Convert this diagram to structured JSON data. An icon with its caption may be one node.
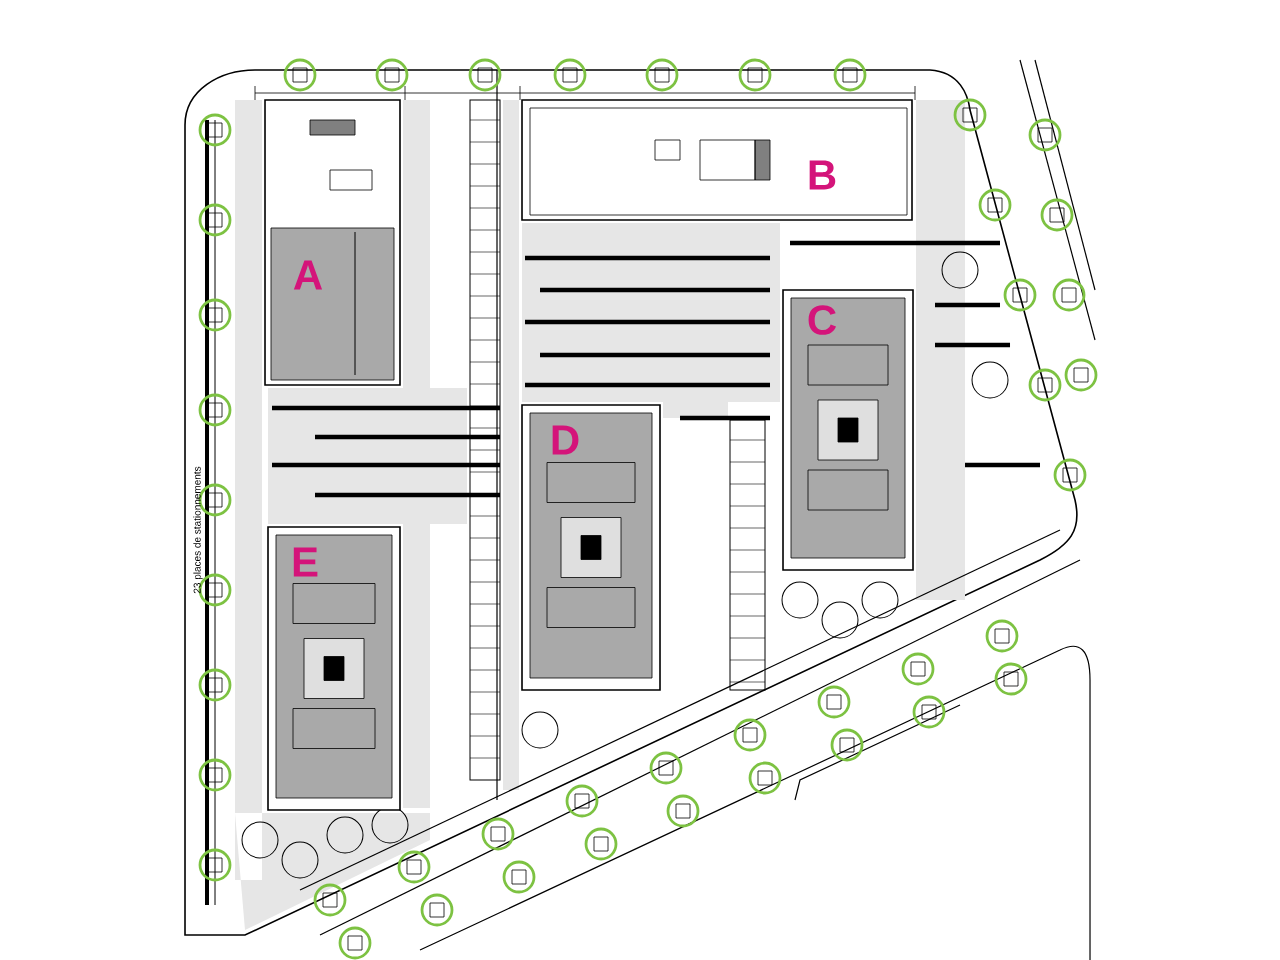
{
  "diagram": {
    "nodes": [
      {
        "text": [
          "A"
        ]
      },
      {
        "text": [
          "B"
        ]
      },
      {
        "text": [
          "C"
        ]
      },
      {
        "text": [
          "D"
        ]
      },
      {
        "text": [
          "E"
        ]
      }
    ],
    "labels": [
      "23 places de stationnements"
    ]
  }
}
